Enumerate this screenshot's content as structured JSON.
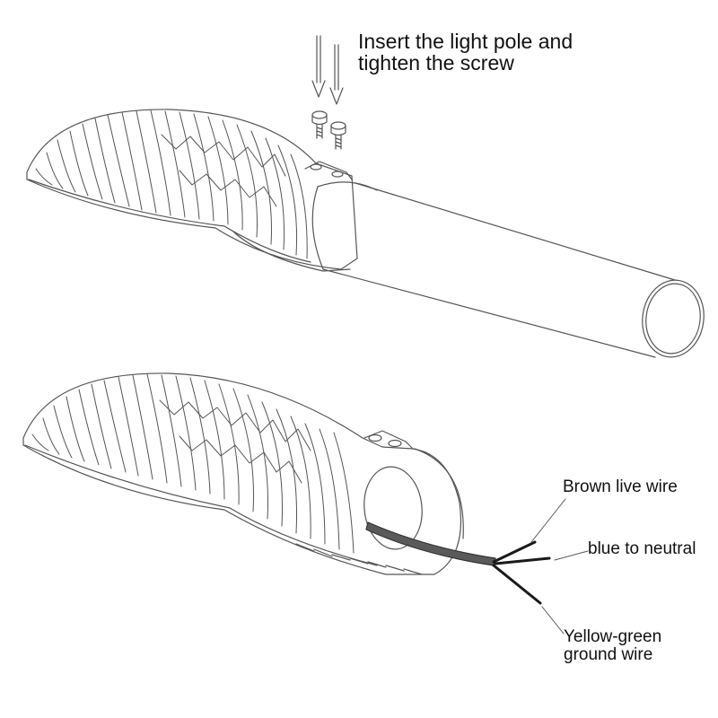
{
  "instruction": {
    "line1": "Insert the light pole and",
    "line2": "tighten the screw"
  },
  "wires": {
    "brown": "Brown live wire",
    "blue": "blue to neutral",
    "yellow_green_line1": "Yellow-green",
    "yellow_green_line2": "ground wire"
  },
  "colors": {
    "line": "#555555",
    "cable": "#5a5a5a",
    "wire": "#1a1a1a"
  }
}
